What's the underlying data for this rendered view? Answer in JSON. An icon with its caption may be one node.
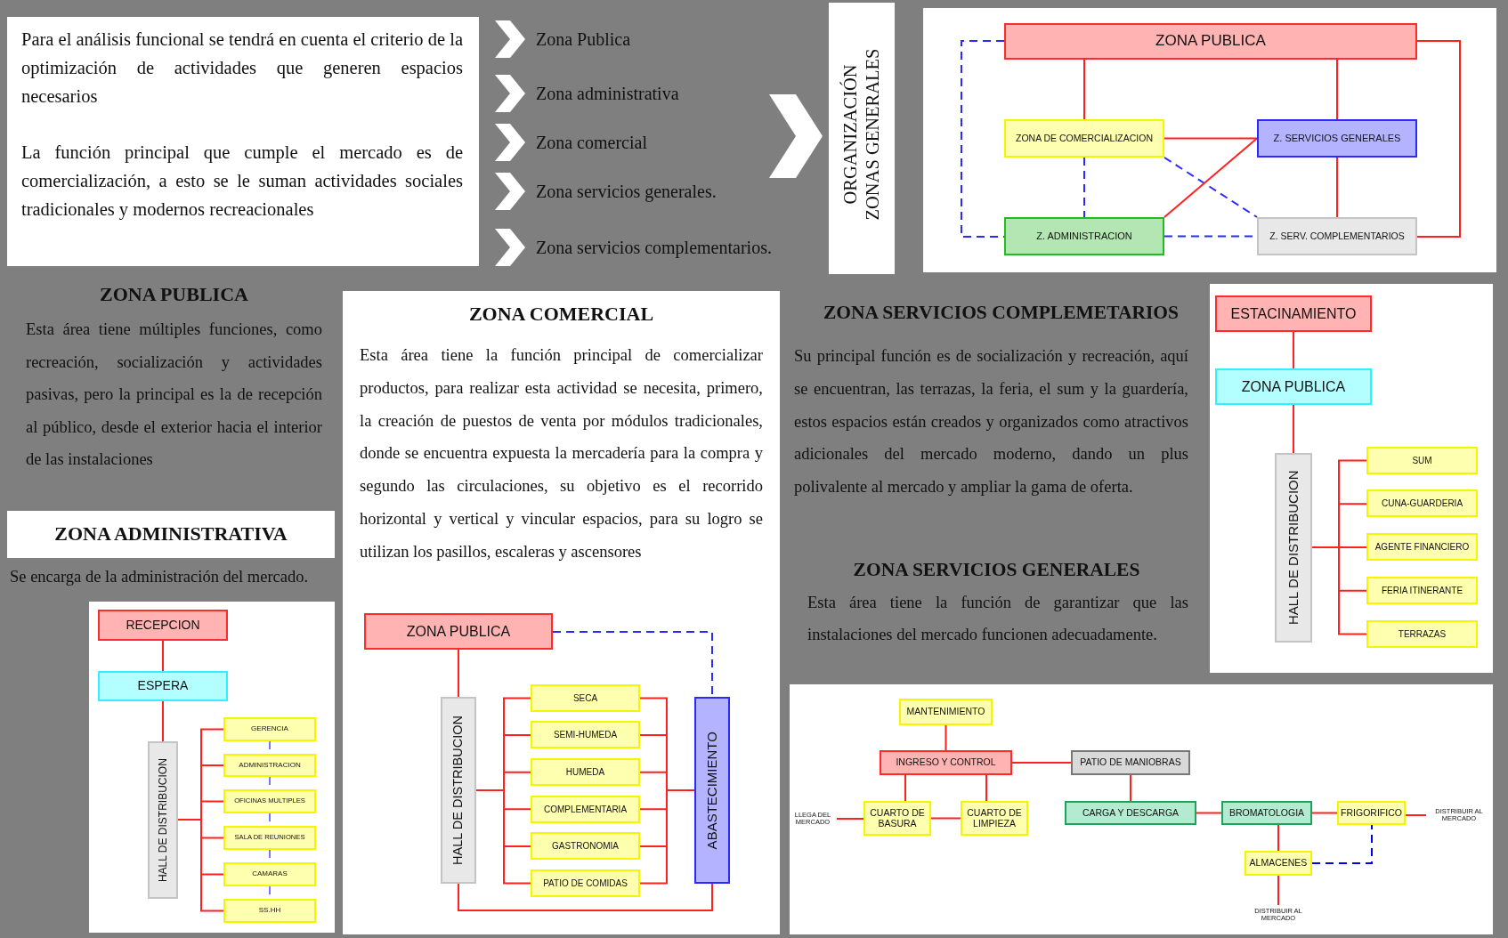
{
  "diagram": {
    "nodes": [
      {
        "text": [
          "ZONA PUBLICA"
        ]
      },
      {
        "text": [
          "ZONA DE COMERCIALIZACION"
        ]
      },
      {
        "text": [
          "Z. SERVICIOS GENERALES"
        ]
      },
      {
        "text": [
          "Z. ADMINISTRACION"
        ]
      },
      {
        "text": [
          "Z. SERV. COMPLEMENTARIOS"
        ]
      },
      {
        "text": [
          "RECEPCION"
        ]
      },
      {
        "text": [
          "ESPERA"
        ]
      },
      {
        "text": [
          "HALL DE DISTRIBUCION"
        ]
      },
      {
        "text": [
          "GERENCIA"
        ]
      },
      {
        "text": [
          "ADMINISTRACION"
        ]
      },
      {
        "text": [
          "OFICINAS MULTIPLES"
        ]
      },
      {
        "text": [
          "SALA DE REUNIONES"
        ]
      },
      {
        "text": [
          "CAMARAS"
        ]
      },
      {
        "text": [
          "SS.HH"
        ]
      },
      {
        "text": [
          "ZONA PUBLICA"
        ]
      },
      {
        "text": [
          "HALL DE DISTRIBUCION"
        ]
      },
      {
        "text": [
          "SECA"
        ]
      },
      {
        "text": [
          "SEMI-HUMEDA"
        ]
      },
      {
        "text": [
          "HUMEDA"
        ]
      },
      {
        "text": [
          "COMPLEMENTARIA"
        ]
      },
      {
        "text": [
          "GASTRONOMIA"
        ]
      },
      {
        "text": [
          "PATIO DE COMIDAS"
        ]
      },
      {
        "text": [
          "ABASTECIMIENTO"
        ]
      },
      {
        "text": [
          "ESTACINAMIENTO"
        ]
      },
      {
        "text": [
          "ZONA PUBLICA"
        ]
      },
      {
        "text": [
          "HALL DE DISTRIBUCION"
        ]
      },
      {
        "text": [
          "SUM"
        ]
      },
      {
        "text": [
          "CUNA-GUARDERIA"
        ]
      },
      {
        "text": [
          "AGENTE FINANCIERO"
        ]
      },
      {
        "text": [
          "FERIA ITINERANTE"
        ]
      },
      {
        "text": [
          "TERRAZAS"
        ]
      },
      {
        "text": [
          "MANTENIMIENTO"
        ]
      },
      {
        "text": [
          "INGRESO Y CONTROL"
        ]
      },
      {
        "text": [
          "PATIO DE MANIOBRAS"
        ]
      },
      {
        "text": [
          "LLEGA DEL MERCADO"
        ]
      },
      {
        "text": [
          "CUARTO DE BASURA"
        ]
      },
      {
        "text": [
          "CUARTO DE LIMPIEZA"
        ]
      },
      {
        "text": [
          "CARGA Y DESCARGA"
        ]
      },
      {
        "text": [
          "BROMATOLOGIA"
        ]
      },
      {
        "text": [
          "FRIGORIFICO"
        ]
      },
      {
        "text": [
          "DISTRIBUIR AL MERCADO"
        ]
      },
      {
        "text": [
          "ALMACENES"
        ]
      },
      {
        "text": [
          "DISTRIBUIR AL MERCADO"
        ]
      }
    ],
    "edges": [
      {
        "from": 0,
        "to": 1,
        "arrow": "none"
      },
      {
        "from": 0,
        "to": 2,
        "arrow": "none"
      },
      {
        "from": 0,
        "to": 3,
        "arrow": "none",
        "style": "dashed",
        "color": "#2a2aff"
      },
      {
        "from": 0,
        "to": 4,
        "arrow": "none"
      },
      {
        "from": 1,
        "to": 2,
        "arrow": "none"
      },
      {
        "from": 1,
        "to": 3,
        "arrow": "none",
        "style": "dashed",
        "color": "#2a2aff"
      },
      {
        "from": 1,
        "to": 4,
        "arrow": "none",
        "style": "dashed",
        "color": "#2a2aff"
      },
      {
        "from": 3,
        "to": 2,
        "arrow": "none"
      },
      {
        "from": 2,
        "to": 4,
        "arrow": "none"
      },
      {
        "from": 3,
        "to": 4,
        "arrow": "none",
        "style": "dashed",
        "color": "#2a2aff"
      },
      {
        "from": 5,
        "to": 6,
        "arrow": "none"
      },
      {
        "from": 6,
        "to": 7,
        "arrow": "none"
      },
      {
        "from": 7,
        "to": 8,
        "arrow": "none"
      },
      {
        "from": 7,
        "to": 9,
        "arrow": "none"
      },
      {
        "from": 7,
        "to": 10,
        "arrow": "none"
      },
      {
        "from": 7,
        "to": 11,
        "arrow": "none"
      },
      {
        "from": 7,
        "to": 12,
        "arrow": "none"
      },
      {
        "from": 7,
        "to": 13,
        "arrow": "none"
      },
      {
        "from": 8,
        "to": 9,
        "arrow": "none",
        "style": "dashed",
        "color": "#7777ff"
      },
      {
        "from": 9,
        "to": 10,
        "arrow": "none",
        "style": "dashed",
        "color": "#7777ff"
      },
      {
        "from": 10,
        "to": 11,
        "arrow": "none",
        "style": "dashed",
        "color": "#7777ff"
      },
      {
        "from": 11,
        "to": 12,
        "arrow": "none",
        "style": "dashed",
        "color": "#7777ff"
      },
      {
        "from": 12,
        "to": 13,
        "arrow": "none",
        "style": "dashed",
        "color": "#7777ff"
      },
      {
        "from": 14,
        "to": 15,
        "arrow": "none"
      },
      {
        "from": 14,
        "to": 22,
        "arrow": "none",
        "style": "dashed",
        "color": "#2a2aff"
      },
      {
        "from": 15,
        "to": 16,
        "arrow": "none"
      },
      {
        "from": 15,
        "to": 17,
        "arrow": "none"
      },
      {
        "from": 15,
        "to": 18,
        "arrow": "none"
      },
      {
        "from": 15,
        "to": 19,
        "arrow": "none"
      },
      {
        "from": 15,
        "to": 20,
        "arrow": "none"
      },
      {
        "from": 15,
        "to": 21,
        "arrow": "none"
      },
      {
        "from": 16,
        "to": 22,
        "arrow": "none"
      },
      {
        "from": 17,
        "to": 22,
        "arrow": "none"
      },
      {
        "from": 18,
        "to": 22,
        "arrow": "none"
      },
      {
        "from": 19,
        "to": 22,
        "arrow": "none"
      },
      {
        "from": 20,
        "to": 22,
        "arrow": "none"
      },
      {
        "from": 21,
        "to": 22,
        "arrow": "none"
      },
      {
        "from": 15,
        "to": 22,
        "arrow": "none"
      },
      {
        "from": 23,
        "to": 24,
        "arrow": "none"
      },
      {
        "from": 24,
        "to": 25,
        "arrow": "none"
      },
      {
        "from": 25,
        "to": 26,
        "arrow": "none"
      },
      {
        "from": 25,
        "to": 27,
        "arrow": "none"
      },
      {
        "from": 25,
        "to": 28,
        "arrow": "none"
      },
      {
        "from": 25,
        "to": 29,
        "arrow": "none"
      },
      {
        "from": 25,
        "to": 30,
        "arrow": "none"
      },
      {
        "from": 31,
        "to": 32,
        "arrow": "none"
      },
      {
        "from": 32,
        "to": 33,
        "arrow": "none"
      },
      {
        "from": 32,
        "to": 35,
        "arrow": "none"
      },
      {
        "from": 32,
        "to": 36,
        "arrow": "none"
      },
      {
        "from": 34,
        "to": 35,
        "arrow": "none"
      },
      {
        "from": 35,
        "to": 36,
        "arrow": "none"
      },
      {
        "from": 33,
        "to": 37,
        "arrow": "none"
      },
      {
        "from": 37,
        "to": 38,
        "arrow": "none"
      },
      {
        "from": 38,
        "to": 39,
        "arrow": "none"
      },
      {
        "from": 39,
        "to": 40,
        "arrow": "none"
      },
      {
        "from": 38,
        "to": 41,
        "arrow": "none"
      },
      {
        "from": 41,
        "to": 42,
        "arrow": "none"
      },
      {
        "from": 41,
        "to": 39,
        "arrow": "none",
        "style": "dashed",
        "color": "#0000ee"
      }
    ],
    "labels": [
      "Para el análisis funcional se tendrá en cuenta el criterio de la optimización de actividades que generen espacios necesarios",
      "La función principal que cumple el mercado es de comercialización, a esto se le suman actividades sociales tradicionales y modernos recreacionales",
      "Zona Publica",
      "Zona administrativa",
      "Zona comercial",
      "Zona servicios generales.",
      "Zona servicios complementarios.",
      "ORGANIZACIÓN ZONAS GENERALES",
      "ZONA PUBLICA",
      "Esta área tiene múltiples funciones, como recreación, socialización y actividades pasivas, pero la principal es la de recepción al público, desde el exterior hacia el interior de las instalaciones",
      "ZONA COMERCIAL",
      "Esta área tiene la función principal de comercializar productos, para realizar esta actividad se necesita, primero, la creación de puestos de venta por módulos tradicionales, donde se encuentra expuesta la mercadería para la compra y segundo las circulaciones, su objetivo es el recorrido horizontal y vertical y vincular espacios, para su logro se utilizan los pasillos, escaleras y ascensores",
      "ZONA SERVICIOS COMPLEMETARIOS",
      "Su principal función es de socialización y recreación, aquí se encuentran, las terrazas, la feria, el sum y la guardería, estos espacios están creados y organizados como atractivos adicionales del mercado moderno, dando un plus polivalente al mercado y ampliar la gama de oferta.",
      "ZONA ADMINISTRATIVA",
      "Se encarga de la administración del mercado.",
      "ZONA SERVICIOS GENERALES",
      "Esta área tiene la función de garantizar que las instalaciones del mercado funcionen adecuadamente."
    ]
  }
}
